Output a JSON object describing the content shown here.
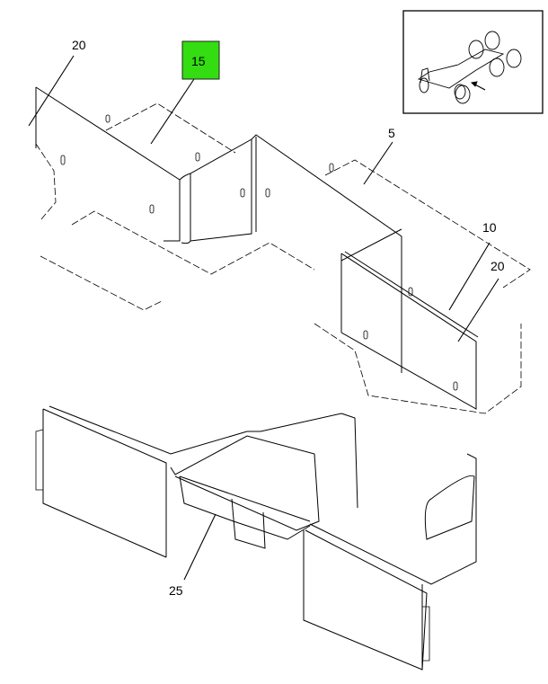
{
  "diagram": {
    "highlight_color": "#33dd11",
    "callouts": [
      {
        "id": "c20a",
        "label": "20"
      },
      {
        "id": "c15",
        "label": "15",
        "highlighted": true
      },
      {
        "id": "c5",
        "label": "5"
      },
      {
        "id": "c10",
        "label": "10"
      },
      {
        "id": "c20b",
        "label": "20"
      },
      {
        "id": "c25",
        "label": "25"
      }
    ],
    "inset": {
      "icon": "vehicle-chassis-locator-icon"
    }
  }
}
